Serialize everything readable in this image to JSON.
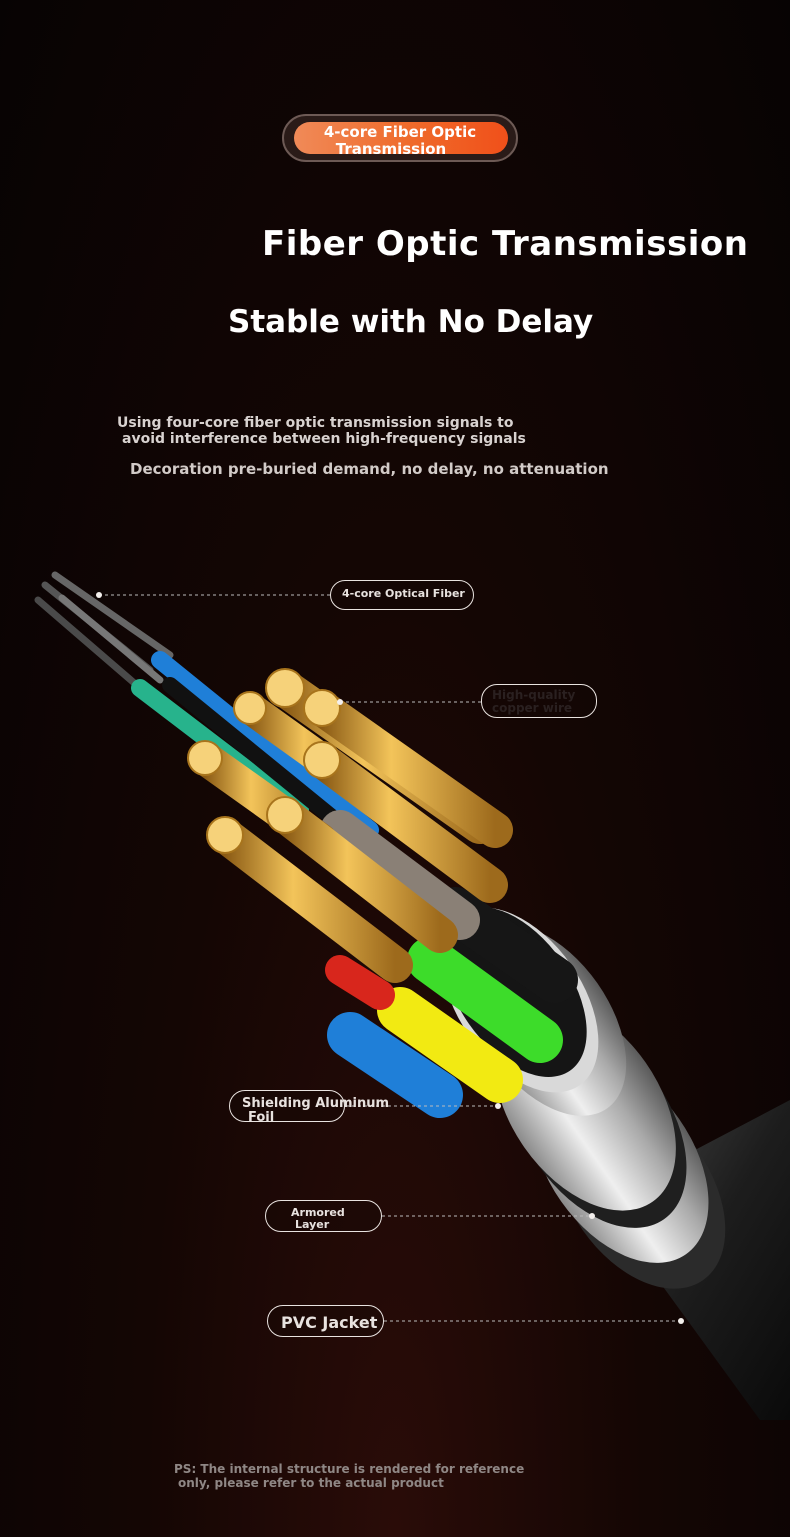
{
  "badge": {
    "line1": "4-core Fiber Optic",
    "line2": "Transmission"
  },
  "headline": "Fiber Optic Transmission",
  "subheadline": "Stable with No Delay",
  "description": {
    "line1": "Using four-core fiber optic transmission signals to",
    "line2": "avoid interference between high-frequency signals",
    "line3": "Decoration pre-buried demand, no delay, no attenuation"
  },
  "callouts": {
    "optical_fiber": "4-core Optical Fiber",
    "copper_wire": {
      "line1": "High-quality",
      "line2": "copper wire"
    },
    "shielding": {
      "line1": "Shielding Aluminum",
      "line2": "Foil"
    },
    "armored": {
      "line1": "Armored",
      "line2": "Layer"
    },
    "pvc": "PVC Jacket"
  },
  "footnote": {
    "line1": "PS: The internal structure is rendered for reference",
    "line2": "only, please refer to the actual product"
  },
  "colors": {
    "accent": "#ef6a2a",
    "wire_blue": "#1f7fd8",
    "wire_green": "#3ddc2a",
    "wire_yellow": "#f2ea12",
    "copper": "#d9a53a",
    "metal": "#c9c9c9"
  },
  "icons": [
    "cable-illustration"
  ]
}
